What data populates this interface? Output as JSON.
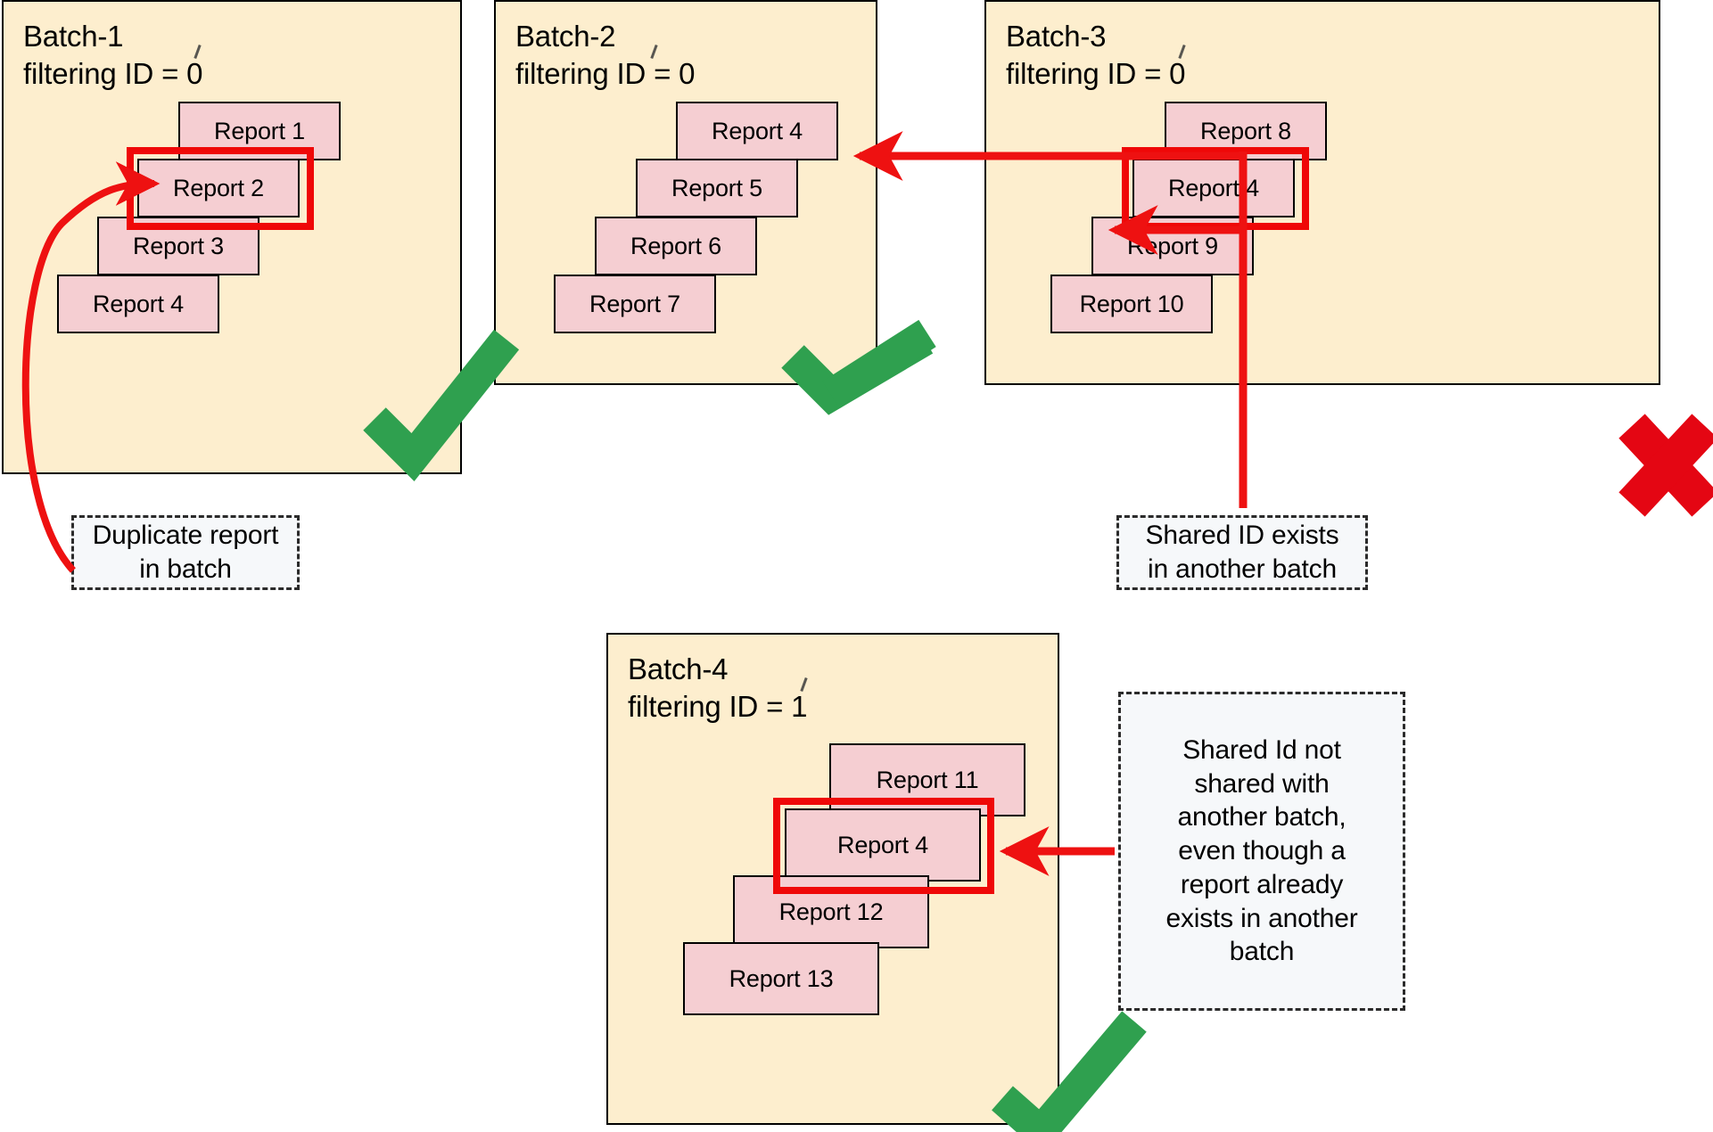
{
  "diagram": {
    "title_present": false,
    "colors": {
      "batch_fill": "#fdeece",
      "batch_stroke": "#000000",
      "report_fill": "#f5ced2",
      "report_stroke": "#000000",
      "highlight_red": "#ef0808",
      "arrow_red": "#ee1111",
      "check_green": "#2fa04f",
      "cross_red": "#e40613",
      "callout_fill": "#f6f8fa",
      "callout_stroke": "#2b2b2b"
    }
  },
  "batches": [
    {
      "id": "batch-1",
      "name": "Batch-1",
      "filter_label": "filtering ID = 0",
      "status": "valid",
      "status_mark": "check",
      "reports": [
        {
          "label": "Report 1",
          "highlighted": false
        },
        {
          "label": "Report 2",
          "highlighted": true
        },
        {
          "label": "Report 3",
          "highlighted": false
        },
        {
          "label": "Report 4",
          "highlighted": false
        }
      ]
    },
    {
      "id": "batch-2",
      "name": "Batch-2",
      "filter_label": "filtering ID = 0",
      "status": "valid",
      "status_mark": "check",
      "reports": [
        {
          "label": "Report 4",
          "highlighted": false
        },
        {
          "label": "Report 5",
          "highlighted": false
        },
        {
          "label": "Report 6",
          "highlighted": false
        },
        {
          "label": "Report 7",
          "highlighted": false
        }
      ]
    },
    {
      "id": "batch-3",
      "name": "Batch-3",
      "filter_label": "filtering ID = 0",
      "status": "invalid",
      "status_mark": "cross",
      "reports": [
        {
          "label": "Report 8",
          "highlighted": false
        },
        {
          "label": "Report 4",
          "highlighted": true
        },
        {
          "label": "Report 9",
          "highlighted": false
        },
        {
          "label": "Report 10",
          "highlighted": false
        }
      ]
    },
    {
      "id": "batch-4",
      "name": "Batch-4",
      "filter_label": "filtering ID = 1",
      "status": "valid",
      "status_mark": "check",
      "reports": [
        {
          "label": "Report 11",
          "highlighted": false
        },
        {
          "label": "Report 4",
          "highlighted": true
        },
        {
          "label": "Report 12",
          "highlighted": false
        },
        {
          "label": "Report 13",
          "highlighted": false
        }
      ]
    }
  ],
  "callouts": [
    {
      "id": "duplicate-report",
      "text": "Duplicate report\nin batch",
      "points_to": "batch-1 Report 2"
    },
    {
      "id": "shared-id-exists",
      "text": "Shared ID exists\nin another batch",
      "points_to": "batch-2 Report 4 and batch-3 Report 4"
    },
    {
      "id": "shared-id-not-shared",
      "text": "Shared Id not\nshared with\nanother batch,\neven though a\nreport already\nexists in another\nbatch",
      "points_to": "batch-4 Report 4"
    }
  ]
}
